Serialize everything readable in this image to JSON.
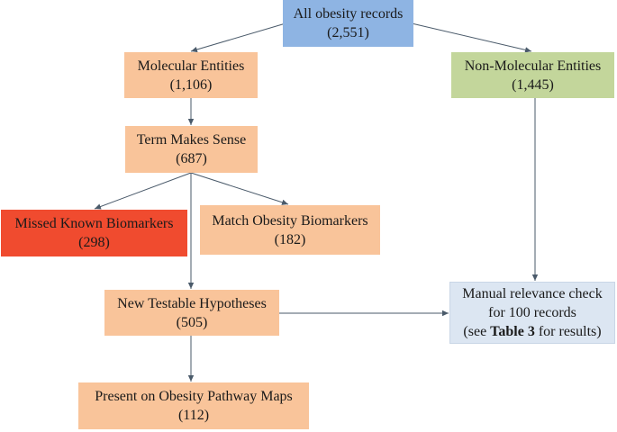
{
  "nodes": {
    "all_records": {
      "label": "All obesity records",
      "count": "(2,551)",
      "color": "#8EB4E3"
    },
    "molecular": {
      "label": "Molecular Entities",
      "count": "(1,106)",
      "color": "#F9C49A"
    },
    "non_molecular": {
      "label": "Non-Molecular Entities",
      "count": "(1,445)",
      "color": "#C3D69B"
    },
    "term_sense": {
      "label": "Term Makes Sense",
      "count": "(687)",
      "color": "#F9C49A"
    },
    "missed": {
      "label": "Missed Known Biomarkers",
      "count": "(298)",
      "color": "#F04B2F"
    },
    "match": {
      "label": "Match Obesity Biomarkers",
      "count": "(182)",
      "color": "#F9C49A"
    },
    "new_testable": {
      "label": "New Testable Hypotheses",
      "count": "(505)",
      "color": "#F9C49A"
    },
    "manual_check": {
      "line1": "Manual relevance check",
      "line2": "for 100 records",
      "line3_prefix": "(see ",
      "line3_bold": "Table 3",
      "line3_suffix": " for results)",
      "color": "#DCE6F2"
    },
    "pathway": {
      "label": "Present on Obesity Pathway Maps",
      "count": "(112)",
      "color": "#F9C49A"
    }
  },
  "edges": [
    {
      "from": "all_records",
      "to": "molecular"
    },
    {
      "from": "all_records",
      "to": "non_molecular"
    },
    {
      "from": "molecular",
      "to": "term_sense"
    },
    {
      "from": "term_sense",
      "to": "missed"
    },
    {
      "from": "term_sense",
      "to": "match"
    },
    {
      "from": "term_sense",
      "to": "new_testable"
    },
    {
      "from": "non_molecular",
      "to": "manual_check"
    },
    {
      "from": "new_testable",
      "to": "manual_check"
    },
    {
      "from": "new_testable",
      "to": "pathway"
    }
  ]
}
